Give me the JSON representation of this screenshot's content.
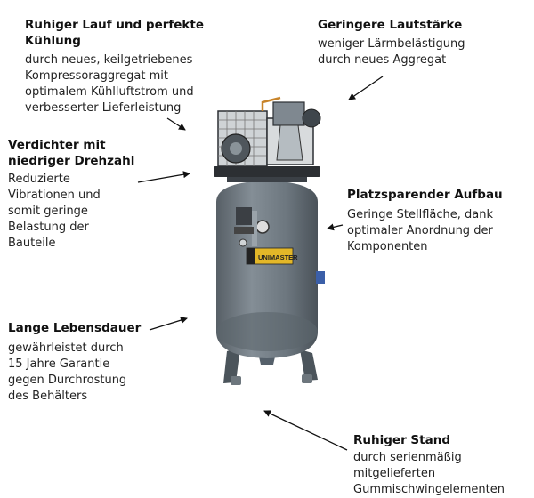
{
  "features": {
    "cooling": {
      "title": "Ruhiger Lauf und perfekte\nKühlung",
      "text": "durch neues, keilgetriebenes\nKompressoraggregat mit\noptimalem Kühlluftstrom und\nverbesserter Lieferleistung"
    },
    "noise": {
      "title": "Geringere Lautstärke",
      "text": "weniger Lärmbelästigung\ndurch neues Aggregat"
    },
    "speed": {
      "title": "Verdichter mit\nniedriger Drehzahl",
      "text": "Reduzierte\nVibrationen und\nsomit geringe\nBelastung der\nBauteile"
    },
    "space": {
      "title": "Platzsparender Aufbau",
      "text": "Geringe Stellfläche, dank\noptimaler Anordnung der\nKomponenten"
    },
    "life": {
      "title": "Lange Lebensdauer",
      "text": "gewährleistet durch\n15 Jahre Garantie\ngegen Durchrostung\ndes Behälters"
    },
    "stand": {
      "title": "Ruhiger Stand",
      "text": "durch serienmäßig\nmitgelieferten\nGummischwingelementen"
    }
  },
  "product": {
    "label_text": "UNIMASTER",
    "colors": {
      "tank": "#707b83",
      "frame": "#2c2f33",
      "label": "#e3b728"
    }
  }
}
